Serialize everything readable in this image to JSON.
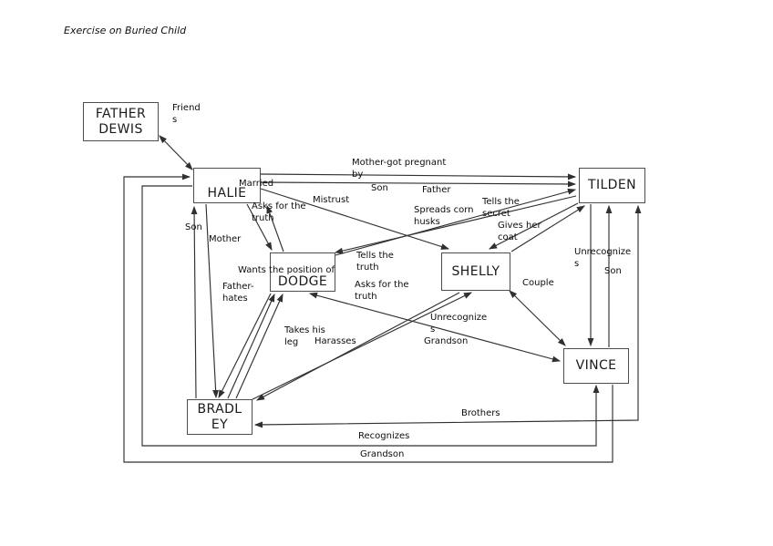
{
  "title": "Exercise on Buried Child",
  "colors": {
    "line": "#303030",
    "box_border": "#4d4d4d",
    "text": "#111111",
    "background": "#ffffff"
  },
  "nodes": {
    "father_dewis": {
      "label": "FATHER\nDEWIS"
    },
    "halie": {
      "label": "HALIE"
    },
    "tilden": {
      "label": "TILDEN"
    },
    "dodge": {
      "label": "DODGE"
    },
    "shelly": {
      "label": "SHELLY"
    },
    "vince": {
      "label": "VINCE"
    },
    "bradley": {
      "label": "BRADL\nEY"
    }
  },
  "labels": {
    "friends": {
      "text": "Friend\ns"
    },
    "married": {
      "text": "Married"
    },
    "mother_pregnant": {
      "text": "Mother-got pregnant\nby"
    },
    "son_top": {
      "text": "Son"
    },
    "father": {
      "text": "Father"
    },
    "mistrust": {
      "text": "Mistrust"
    },
    "asks_truth_halie": {
      "text": "Asks for the\ntruth"
    },
    "spreads_husks": {
      "text": "Spreads corn\nhusks"
    },
    "tells_secret": {
      "text": "Tells the\nsecret"
    },
    "gives_coat": {
      "text": "Gives her\ncoat"
    },
    "son_left": {
      "text": "Son"
    },
    "mother": {
      "text": "Mother"
    },
    "unrecognizes_right": {
      "text": "Unrecognize\ns"
    },
    "son_right": {
      "text": "Son"
    },
    "wants_position": {
      "text": "Wants the position of"
    },
    "tells_truth": {
      "text": "Tells the\ntruth"
    },
    "asks_truth_dodge": {
      "text": "Asks for the\ntruth"
    },
    "father_hates": {
      "text": "Father-\nhates"
    },
    "couple": {
      "text": "Couple"
    },
    "takes_leg": {
      "text": "Takes his\nleg"
    },
    "harasses": {
      "text": "Harasses"
    },
    "unrecognizes_mid": {
      "text": "Unrecognize\ns"
    },
    "grandson_mid": {
      "text": "Grandson"
    },
    "brothers": {
      "text": "Brothers"
    },
    "recognizes": {
      "text": "Recognizes"
    },
    "grandson_bottom": {
      "text": "Grandson"
    }
  }
}
